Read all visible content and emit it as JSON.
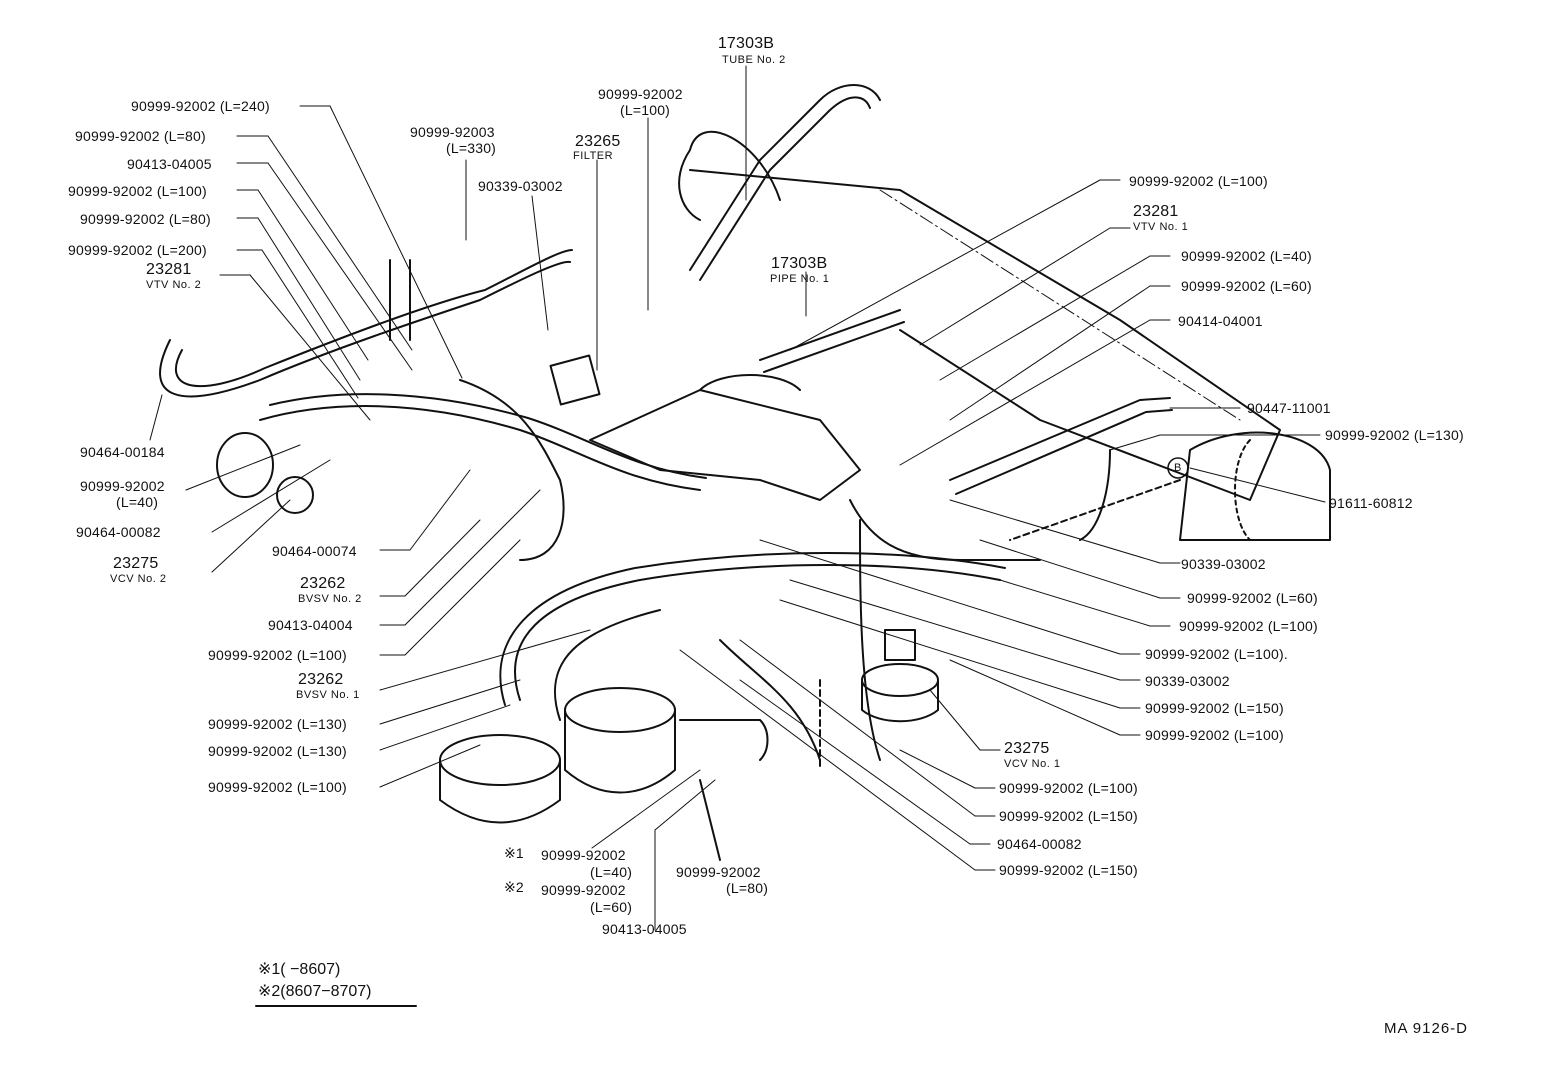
{
  "labels": {
    "tube2_num": "17303B",
    "tube2_name": "TUBE No. 2",
    "hose_l100_top": "90999-92002",
    "hose_l100_top_len": "(L=100)",
    "hose_l330": "90999-92003",
    "hose_l330_len": "(L=330)",
    "filter_num": "23265",
    "filter_name": "FILTER",
    "p90339_top": "90339-03002",
    "h240": "90999-92002 (L=240)",
    "h80a": "90999-92002 (L=80)",
    "p90413_a": "90413-04005",
    "h100a": "90999-92002 (L=100)",
    "h80b": "90999-92002 (L=80)",
    "h200": "90999-92002 (L=200)",
    "vtv2_num": "23281",
    "vtv2_name": "VTV No. 2",
    "p90464_184": "90464-00184",
    "h40_left": "90999-92002",
    "h40_left_len": "(L=40)",
    "p90464_82_left": "90464-00082",
    "vcv2_num": "23275",
    "vcv2_name": "VCV No. 2",
    "p90464_74": "90464-00074",
    "bvsv2_num": "23262",
    "bvsv2_name": "BVSV No. 2",
    "p90413_04004": "90413-04004",
    "h100_left": "90999-92002 (L=100)",
    "bvsv1_num": "23262",
    "bvsv1_name": "BVSV No. 1",
    "h130a": "90999-92002 (L=130)",
    "h130b": "90999-92002 (L=130)",
    "h100_left2": "90999-92002 (L=100)",
    "star1_mark": "※1",
    "star1_part": "90999-92002",
    "star1_len": "(L=40)",
    "star2_mark": "※2",
    "star2_part": "90999-92002",
    "star2_len": "(L=60)",
    "p90413_b": "90413-04005",
    "h80_bottom": "90999-92002",
    "h80_bottom_len": "(L=80)",
    "pipe1_num": "17303B",
    "pipe1_name": "PIPE No. 1",
    "h100_right_top": "90999-92002 (L=100)",
    "vtv1_num": "23281",
    "vtv1_name": "VTV No. 1",
    "h40_right": "90999-92002 (L=40)",
    "h60_right": "90999-92002 (L=60)",
    "p90414": "90414-04001",
    "p90447": "90447-11001",
    "h130_right": "90999-92002 (L=130)",
    "p91611": "91611-60812",
    "p90339_r1": "90339-03002",
    "h60_right2": "90999-92002 (L=60)",
    "h100_r1": "90999-92002 (L=100)",
    "h100_r2": "90999-92002 (L=100).",
    "p90339_r2": "90339-03002",
    "h150_r1": "90999-92002 (L=150)",
    "h100_r3": "90999-92002 (L=100)",
    "vcv1_num": "23275",
    "vcv1_name": "VCV No. 1",
    "h100_r4": "90999-92002 (L=100)",
    "h150_r2": "90999-92002 (L=150)",
    "p90464_82_right": "90464-00082",
    "h150_r3": "90999-92002 (L=150)",
    "circle_b": "B"
  },
  "notes": {
    "note1": "※1(      −8607)",
    "note2": "※2(8607−8707)"
  },
  "drawing_code": "MA  9126-D"
}
